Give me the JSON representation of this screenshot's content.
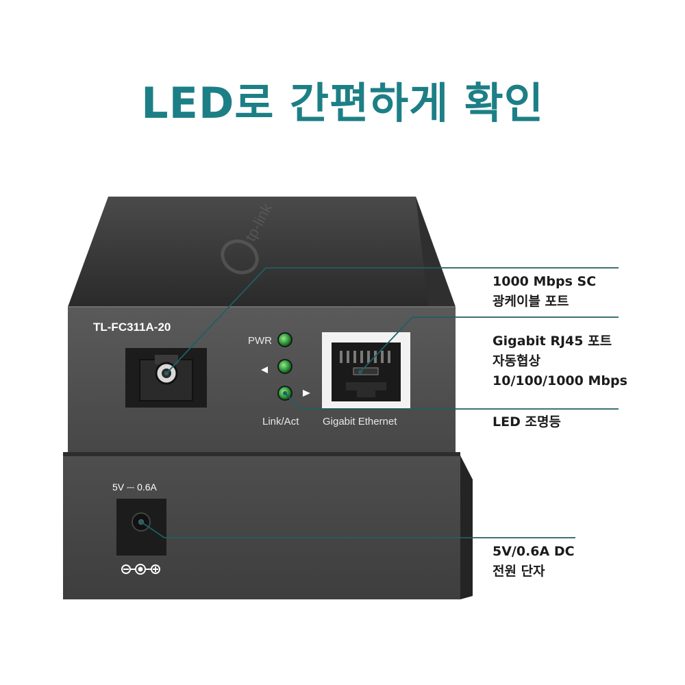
{
  "title": "LED로 간편하게 확인",
  "device": {
    "model": "TL-FC311A-20",
    "brand": "tp-link",
    "leds": {
      "pwr": "PWR",
      "link_act": "Link/Act"
    },
    "port_label": "Gigabit Ethernet",
    "power_rating": "5V ⎓ 0.6A"
  },
  "callouts": {
    "sc_port": {
      "line1": "1000 Mbps SC",
      "line2": "광케이블 포트"
    },
    "rj45": {
      "line1": "Gigabit RJ45 포트",
      "line2": "자동협상",
      "line3": "10/100/1000 Mbps"
    },
    "led": {
      "line1": "LED 조명등"
    },
    "dc": {
      "line1": "5V/0.6A DC",
      "line2": "전원 단자"
    }
  },
  "colors": {
    "accent": "#1d7f86",
    "callout_line": "#1f5f63",
    "led": "#2e9d3c"
  }
}
